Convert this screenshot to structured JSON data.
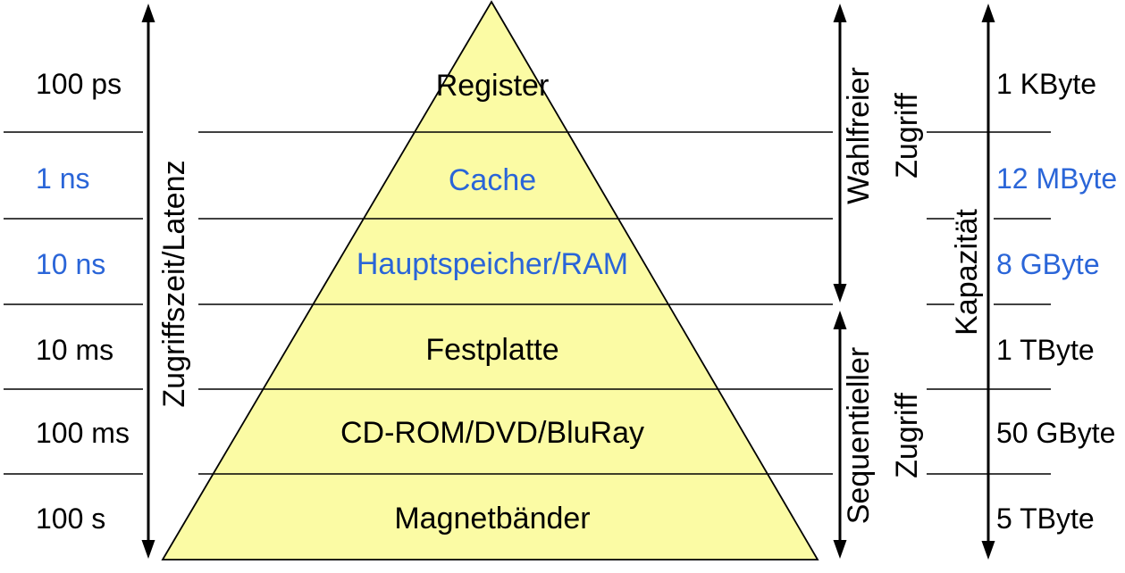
{
  "left_axis": {
    "label": "Zugriffszeit/Latenz",
    "values": [
      {
        "text": "100 ps",
        "color": "#000000"
      },
      {
        "text": "1 ns",
        "color": "#2A65D8"
      },
      {
        "text": "10 ns",
        "color": "#2A65D8"
      },
      {
        "text": "10 ms",
        "color": "#000000"
      },
      {
        "text": "100 ms",
        "color": "#000000"
      },
      {
        "text": "100 s",
        "color": "#000000"
      }
    ]
  },
  "pyramid": {
    "fill": "#FBFBA4",
    "levels": [
      {
        "label": "Register",
        "color": "#000000"
      },
      {
        "label": "Cache",
        "color": "#2A65D8"
      },
      {
        "label": "Hauptspeicher/RAM",
        "color": "#2A65D8"
      },
      {
        "label": "Festplatte",
        "color": "#000000"
      },
      {
        "label": "CD-ROM/DVD/BluRay",
        "color": "#000000"
      },
      {
        "label": "Magnetbänder",
        "color": "#000000"
      }
    ]
  },
  "right_axis": {
    "label": "Kapazität",
    "values": [
      {
        "text": "1 KByte",
        "color": "#000000"
      },
      {
        "text": "12 MByte",
        "color": "#2A65D8"
      },
      {
        "text": "8 GByte",
        "color": "#2A65D8"
      },
      {
        "text": "1 TByte",
        "color": "#000000"
      },
      {
        "text": "50 GByte",
        "color": "#000000"
      },
      {
        "text": "5 TByte",
        "color": "#000000"
      }
    ]
  },
  "access_modes": {
    "random": {
      "line1": "Wahlfreier",
      "line2": "Zugriff"
    },
    "sequential": {
      "line1": "Sequentieller",
      "line2": "Zugriff"
    }
  },
  "colors": {
    "accent_blue": "#2A65D8",
    "pyramid_fill": "#FBFBA4",
    "ink": "#000000",
    "background": "#FFFFFF"
  }
}
